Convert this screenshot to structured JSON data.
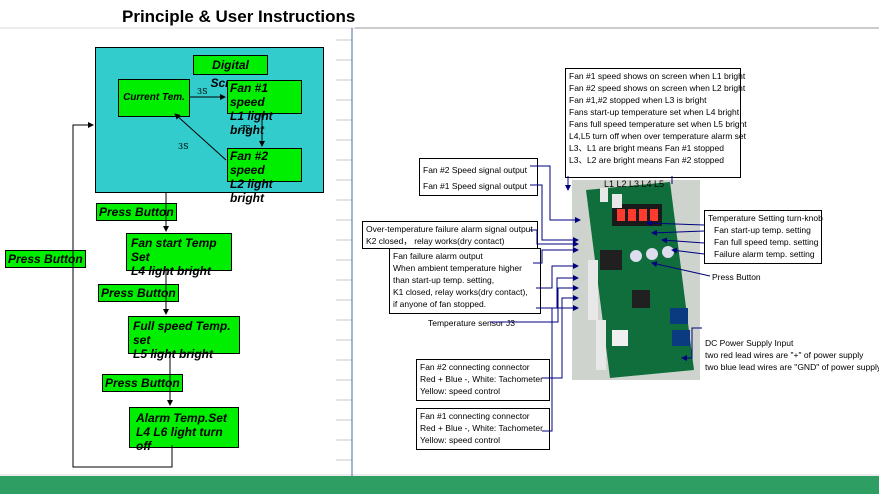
{
  "title": "Principle & User Instructions",
  "colors": {
    "cyan": "#33cccc",
    "green": "#00ee00",
    "bar": "#2f9e62",
    "line": "#000080"
  },
  "left": {
    "digital_screen": "Digital Screen",
    "current_tem": "Current Tem.",
    "fan1_speed": [
      "Fan #1 speed",
      "L1 light bright"
    ],
    "fan2_speed": [
      "Fan #2 speed",
      "L2 light bright"
    ],
    "timing": [
      "3S",
      "3S",
      "3S"
    ],
    "press_button": "Press Button",
    "fan_start": [
      "Fan start Temp Set",
      "L4 light bright"
    ],
    "full_speed": [
      "Full speed Temp. set",
      "L5 light bright"
    ],
    "alarm": [
      "Alarm Temp.Set",
      "L4 L6 light turn off"
    ]
  },
  "right": {
    "leds_notes": [
      "Fan #1 speed shows on screen when L1 bright",
      "Fan #2 speed shows on screen when L2 bright",
      "Fan #1,#2 stopped when L3 is bright",
      "Fans start-up temperature set when L4 bright",
      "Fans full speed temperature set when L5 bright",
      "L4,L5 turn off when over temperature alarm set",
      "L3、L1 are bright means Fan #1 stopped",
      "L3、L2 are bright means Fan #2 stopped"
    ],
    "fan2_speed_out": "Fan #2 Speed signal output",
    "fan1_speed_out": "Fan #1 Speed signal output",
    "led_labels": "L1 L2  L3 L4 L5",
    "overtemp": [
      "Over-temperature failure alarm signal output",
      "K2  closed， relay works(dry contact)"
    ],
    "fan_failure": [
      "Fan failure alarm output",
      "When ambient temperature higher",
      " than start-up temp. setting,",
      "K1 closed, relay works(dry contact),",
      " if anyone of fan stopped."
    ],
    "temp_sensor": "Temperature sensor J3",
    "fan2_conn": [
      "Fan #2 connecting connector",
      "Red +  Blue -, White: Tachometer",
      "Yellow: speed control"
    ],
    "fan1_conn": [
      "Fan #1 connecting connector",
      "Red +  Blue -, White: Tachometer",
      "Yellow: speed control"
    ],
    "knob": [
      "Temperature Setting turn-knob",
      "Fan start-up temp. setting",
      "Fan full speed temp. setting",
      "Failure alarm temp. setting"
    ],
    "press_button": "Press Button",
    "dc": [
      "DC Power Supply Input",
      "two red lead wires are \"+\" of power supply",
      "two blue lead wires are \"GND\" of power supply"
    ]
  }
}
